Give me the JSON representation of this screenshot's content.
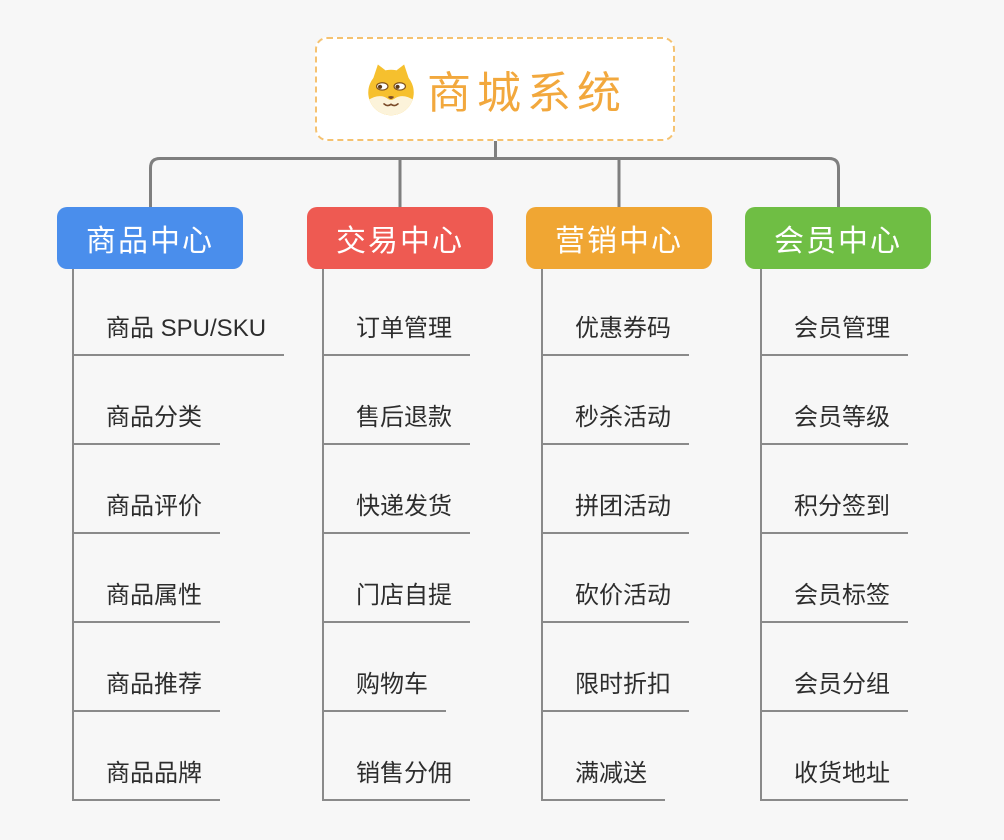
{
  "root": {
    "label": "商城系统",
    "icon": "shiba-dog-icon"
  },
  "branches": [
    {
      "label": "商品中心",
      "color": "#4A8EEC",
      "items": [
        "商品 SPU/SKU",
        "商品分类",
        "商品评价",
        "商品属性",
        "商品推荐",
        "商品品牌"
      ]
    },
    {
      "label": "交易中心",
      "color": "#EE5A52",
      "items": [
        "订单管理",
        "售后退款",
        "快递发货",
        "门店自提",
        "购物车",
        "销售分佣"
      ]
    },
    {
      "label": "营销中心",
      "color": "#F0A633",
      "items": [
        "优惠券码",
        "秒杀活动",
        "拼团活动",
        "砍价活动",
        "限时折扣",
        "满减送"
      ]
    },
    {
      "label": "会员中心",
      "color": "#6FBE44",
      "items": [
        "会员管理",
        "会员等级",
        "积分签到",
        "会员标签",
        "会员分组",
        "收货地址"
      ]
    }
  ],
  "colors": {
    "background": "#F7F7F7",
    "connector": "#7F7F7F",
    "underline": "#8A8A8A",
    "item_text": "#2D2D2D",
    "root_text": "#F2A83D",
    "root_border": "#F5C270",
    "header_text": "#FFFFFF"
  }
}
